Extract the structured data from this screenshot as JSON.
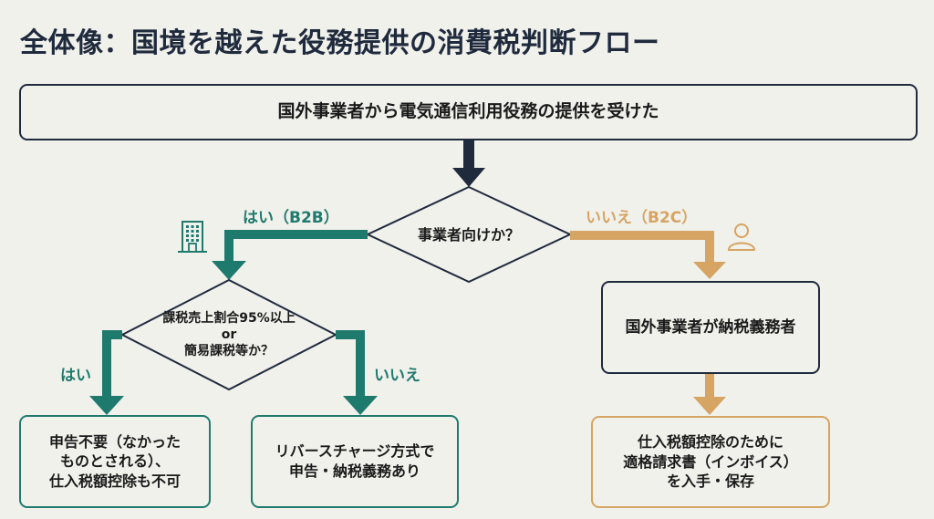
{
  "title": "全体像：国境を越えた役務提供の消費税判断フロー",
  "colors": {
    "navy": "#1f2a3d",
    "teal": "#1f7a6e",
    "gold": "#d6a463",
    "background": "#f1f1ec"
  },
  "nodes": {
    "start": "国外事業者から電気通信利用役務の提供を受けた",
    "decision_business": "事業者向けか？",
    "decision_ratio": "課税売上割合95%以上\nor\n簡易課税等か？",
    "result_no_filing": "申告不要（なかった\nものとされる）、\n仕入税額控除も不可",
    "result_reverse_charge": "リバースチャージ方式で\n申告・納税義務あり",
    "b2c_taxpayer": "国外事業者が納税義務者",
    "b2c_invoice": "仕入税額控除のために\n適格請求書（インボイス）\nを入手・保存"
  },
  "edges": {
    "yes_b2b": "はい（B2B）",
    "no_b2c": "いいえ（B2C）",
    "yes": "はい",
    "no": "いいえ"
  },
  "icons": {
    "b2b": "building-icon",
    "b2c": "person-icon"
  }
}
